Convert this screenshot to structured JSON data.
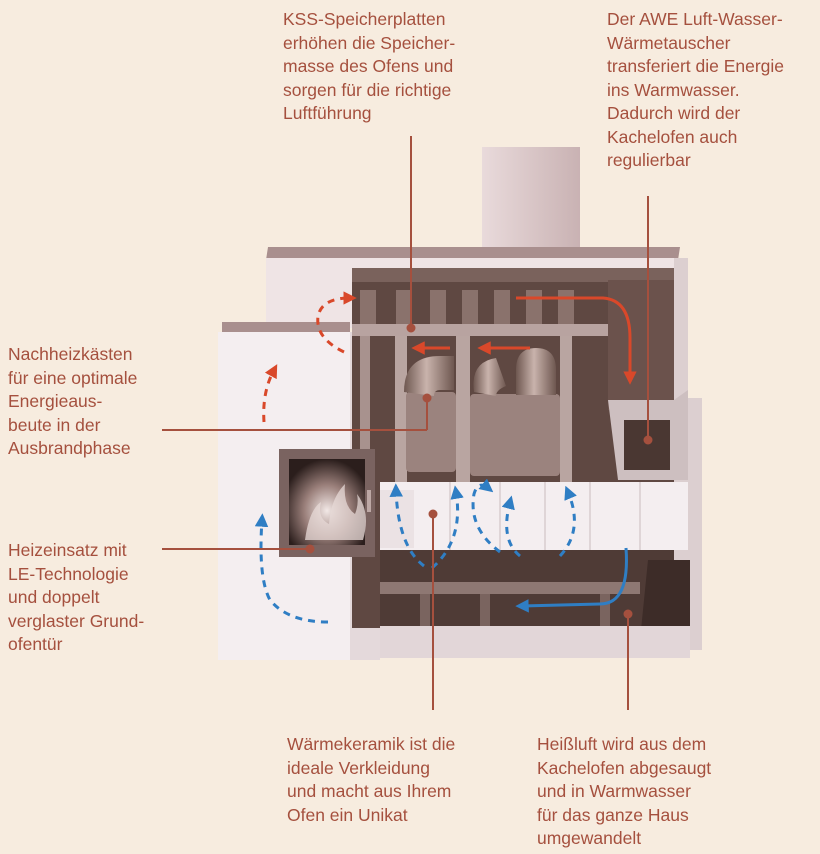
{
  "colors": {
    "background": "#f7ecdf",
    "label_text": "#a5503e",
    "leader_line": "#a5503e",
    "hot_air_arrow": "#d9482a",
    "cool_air_arrow": "#2f7ec4",
    "dark_interior": "#5f4842",
    "tile_light": "#f4eef0"
  },
  "callouts": {
    "kss_plates": "KSS-Speicherplatten\nerhöhen die Speicher-\nmasse des Ofens und\nsorgen für die richtige\nLuftführung",
    "awe_exchanger": "Der AWE Luft-Wasser-\nWärmetauscher\ntransferiert die Energie\nins Warmwasser.\nDadurch wird der\nKachelofen auch\nregulierbar",
    "afterheat_boxes": "Nachheizkästen\nfür eine optimale\nEnergieaus-\nbeute in der\nAusbrandphase",
    "heating_insert": "Heizeinsatz mit\nLE-Technologie\nund doppelt\nverglaster Grund-\nofentür",
    "heat_ceramic": "Wärmekeramik ist die\nideale Verkleidung\nund macht aus Ihrem\nOfen ein Unikat",
    "hot_air_extraction": "Heißluft wird aus dem\nKachelofen abgesaugt\nund in Warmwasser\nfür das ganze Haus\numgewandelt"
  }
}
